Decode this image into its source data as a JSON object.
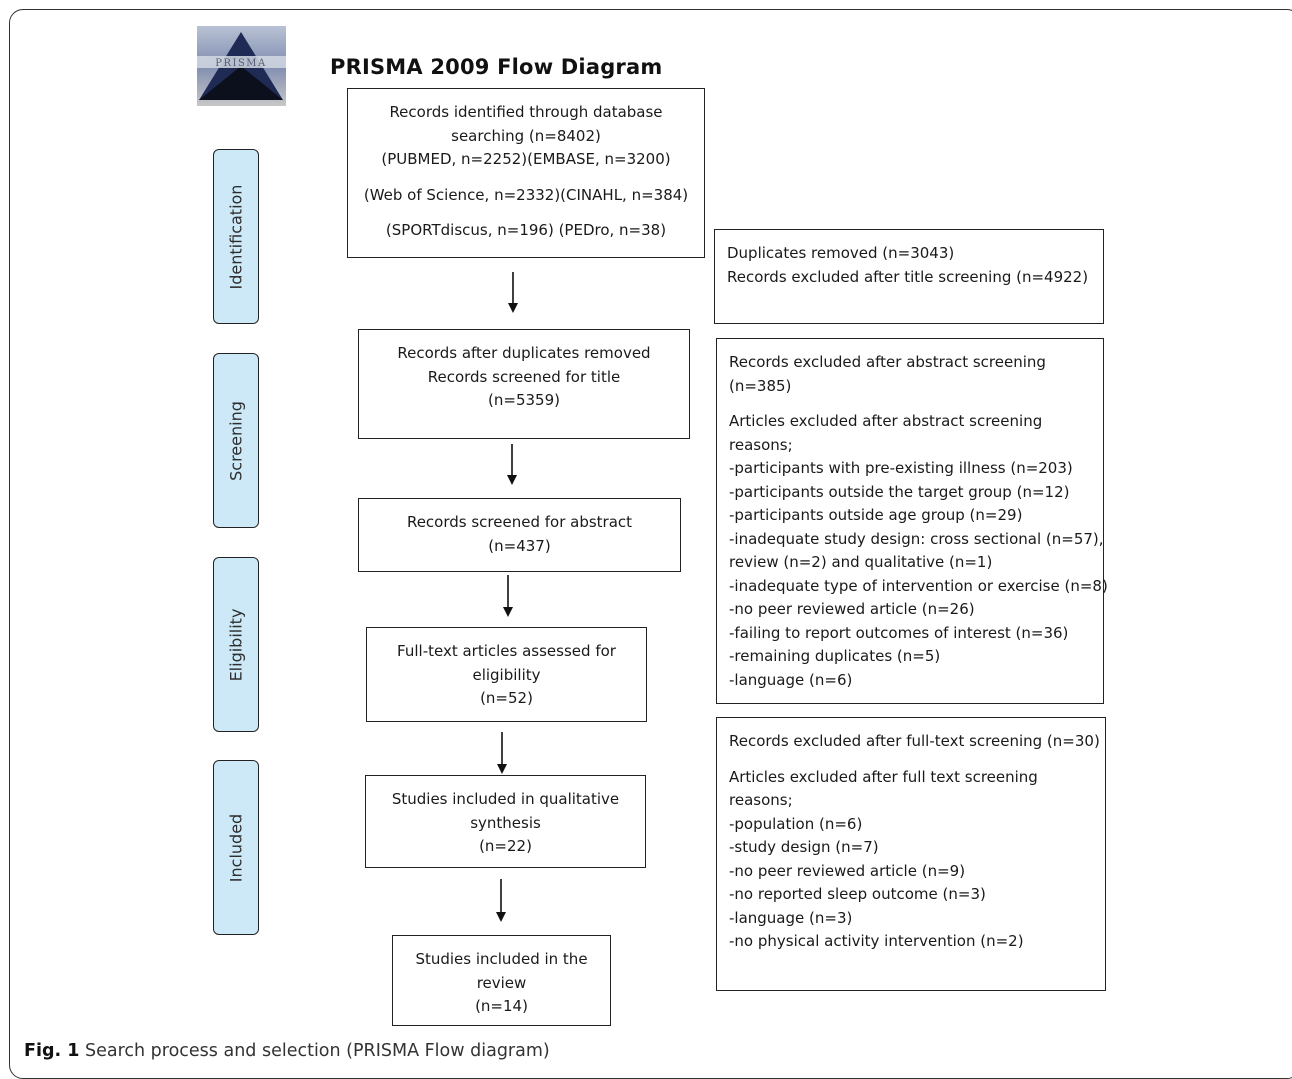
{
  "title": "PRISMA 2009 Flow Diagram",
  "logo_text": "PRISMA",
  "phases": {
    "identification": "Identification",
    "screening": "Screening",
    "eligibility": "Eligibility",
    "included": "Included"
  },
  "boxes": {
    "identified": {
      "lines": [
        "Records identified through database",
        "searching (n=8402)",
        "(PUBMED, n=2252)(EMBASE, n=3200)",
        "(Web of Science, n=2332)(CINAHL, n=384)",
        "(SPORTdiscus, n=196) (PEDro, n=38)"
      ]
    },
    "after_duplicates": {
      "lines": [
        "Records after duplicates removed",
        "Records screened for title",
        "(n=5359)"
      ]
    },
    "abstract_screened": {
      "lines": [
        "Records screened for abstract",
        "(n=437)"
      ]
    },
    "full_text": {
      "lines": [
        "Full-text articles assessed for",
        "eligibility",
        "(n=52)"
      ]
    },
    "qualitative": {
      "lines": [
        "Studies included in qualitative",
        "synthesis",
        "(n=22)"
      ]
    },
    "review": {
      "lines": [
        "Studies included in the",
        "review",
        "(n=14)"
      ]
    },
    "excluded_title": {
      "lines": [
        "Duplicates removed (n=3043)",
        "Records excluded after title screening (n=4922)"
      ]
    },
    "excluded_abstract": {
      "heading": [
        "Records excluded after abstract screening",
        "(n=385)"
      ],
      "lines": [
        "Articles excluded after abstract screening",
        "reasons;",
        "-participants with pre-existing illness (n=203)",
        "-participants outside the target group (n=12)",
        "-participants outside age group (n=29)",
        "-inadequate study design: cross sectional (n=57),",
        "review (n=2) and qualitative (n=1)",
        "-inadequate type of intervention or exercise (n=8)",
        "-no peer reviewed article (n=26)",
        "-failing to report outcomes of interest (n=36)",
        "-remaining duplicates (n=5)",
        "-language (n=6)"
      ]
    },
    "excluded_fulltext": {
      "heading": [
        "Records excluded after full-text screening (n=30)"
      ],
      "lines": [
        "Articles excluded after full text screening",
        "reasons;",
        "-population (n=6)",
        "-study design (n=7)",
        "-no peer reviewed article (n=9)",
        "-no reported sleep outcome (n=3)",
        "-language (n=3)",
        "-no physical activity intervention (n=2)"
      ]
    }
  },
  "caption": {
    "label": "Fig. 1",
    "text": " Search process and selection (PRISMA Flow diagram)"
  }
}
